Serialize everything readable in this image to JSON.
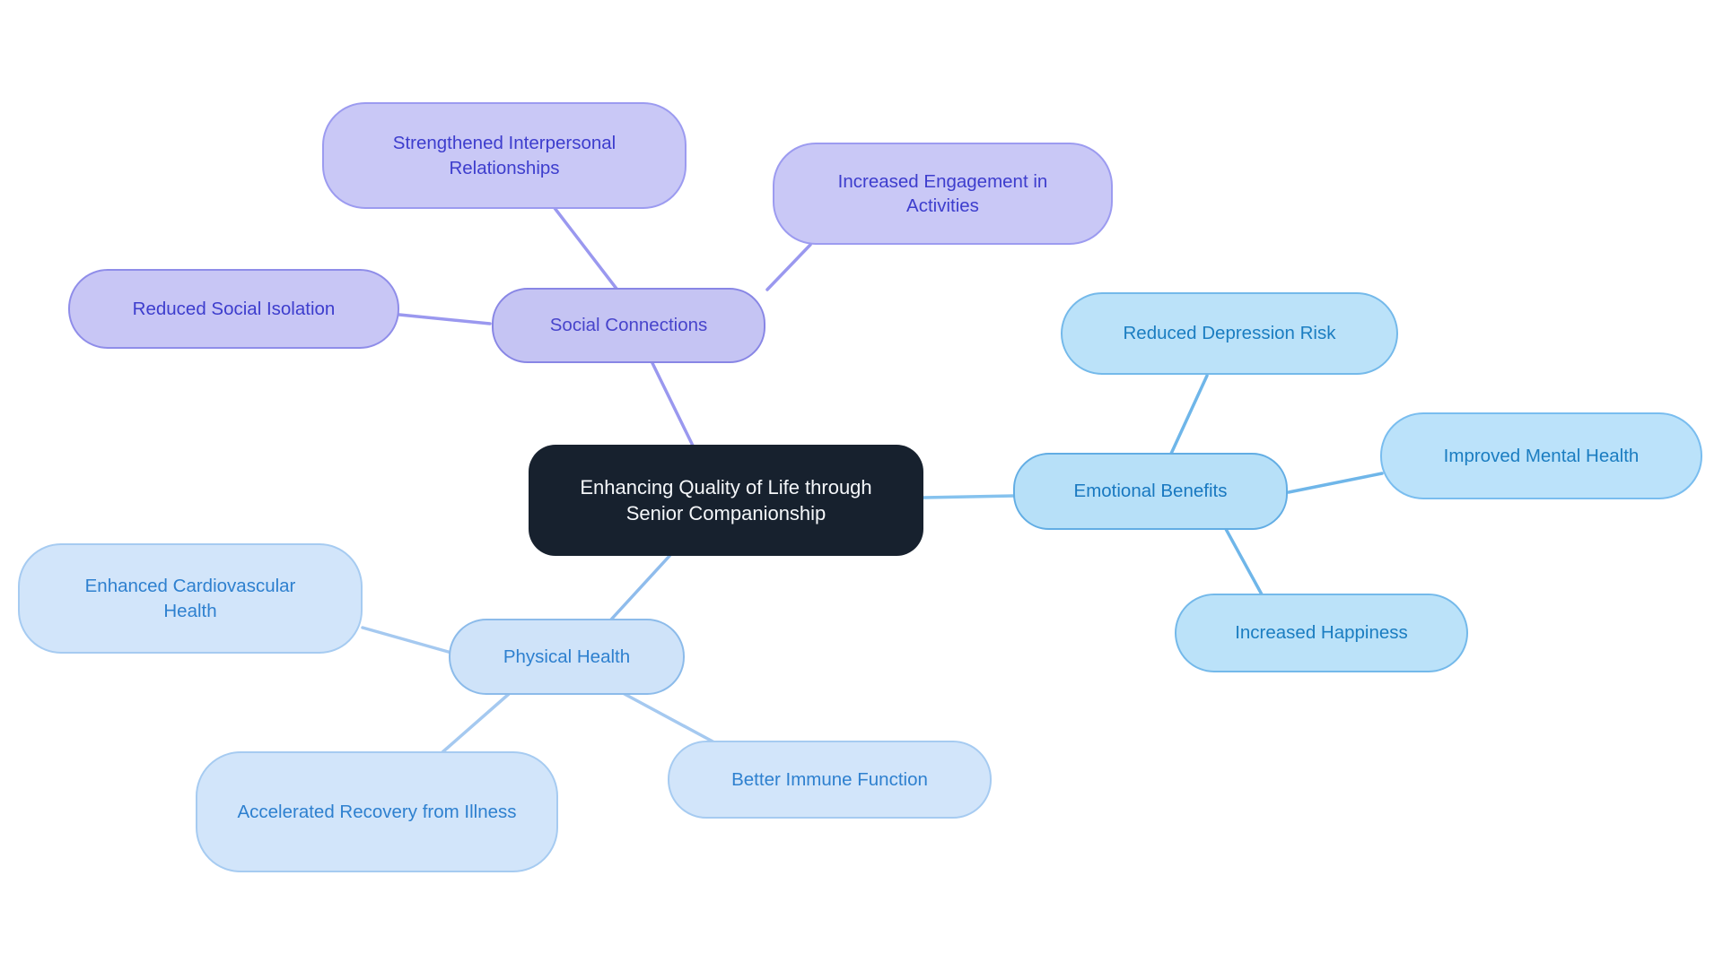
{
  "diagram_type": "mindmap",
  "background_color": "#ffffff",
  "center": {
    "label": "Enhancing Quality of Life through Senior Companionship",
    "fill": "#17212e",
    "text_color": "#f5f7fa"
  },
  "branches": [
    {
      "label": "Social Connections",
      "theme": {
        "fill": "#c5c4f3",
        "border": "#8886e5",
        "text": "#4744cb",
        "line": "#9a98ef"
      },
      "children": [
        {
          "label": "Strengthened Interpersonal Relationships"
        },
        {
          "label": "Increased Engagement in Activities"
        },
        {
          "label": "Reduced Social Isolation"
        }
      ]
    },
    {
      "label": "Emotional Benefits",
      "theme": {
        "fill": "#b7e0f8",
        "border": "#62ade4",
        "text": "#1878c0",
        "line": "#6fb6e9"
      },
      "children": [
        {
          "label": "Reduced Depression Risk"
        },
        {
          "label": "Improved Mental Health"
        },
        {
          "label": "Increased Happiness"
        }
      ]
    },
    {
      "label": "Physical Health",
      "theme": {
        "fill": "#cfe3f9",
        "border": "#8cbbea",
        "text": "#2e80cf",
        "line": "#a5c9f0"
      },
      "children": [
        {
          "label": "Enhanced Cardiovascular Health"
        },
        {
          "label": "Accelerated Recovery from Illness"
        },
        {
          "label": "Better Immune Function"
        }
      ]
    }
  ]
}
